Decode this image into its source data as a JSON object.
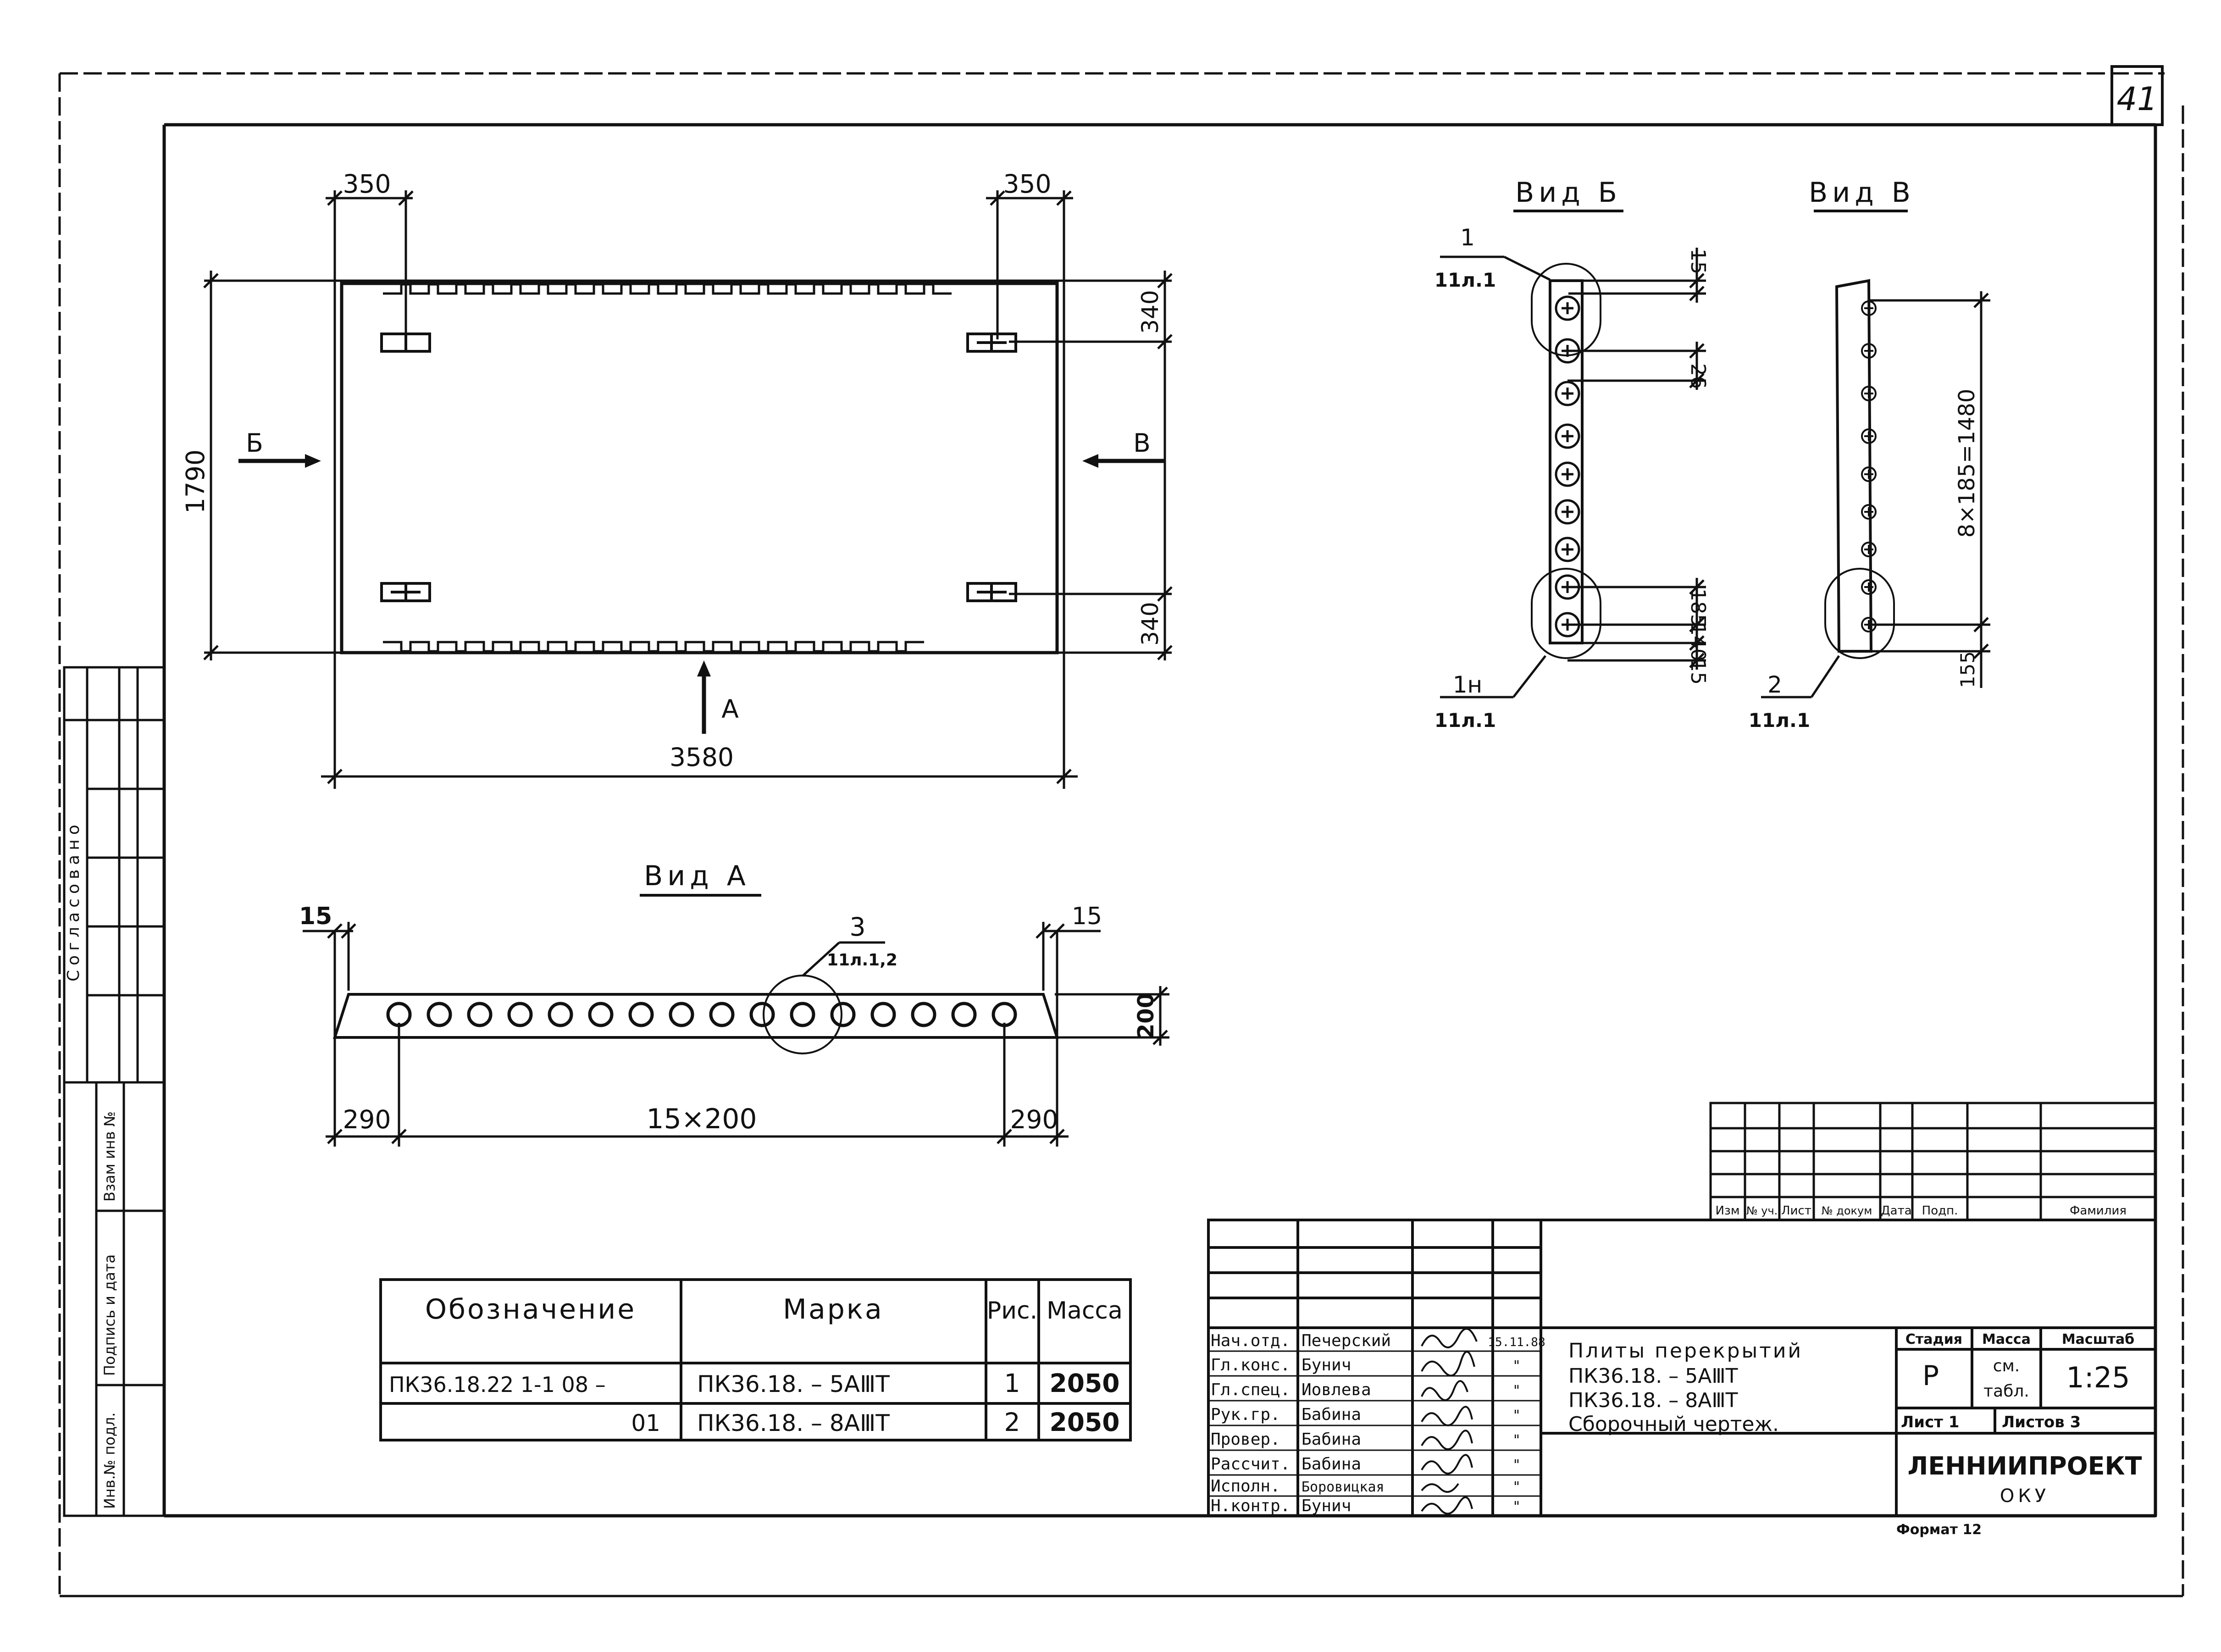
{
  "sheet_number": "41",
  "colors": {
    "ink": "#111111",
    "paper": "#ffffff"
  },
  "plan": {
    "dim_top_left": "350",
    "dim_top_right": "350",
    "dim_height": "1790",
    "dim_right_top": "340",
    "dim_right_bottom": "340",
    "dim_width": "3580",
    "arrow_b": "Б",
    "arrow_v": "В",
    "arrow_a": "А"
  },
  "view_b": {
    "title": "Вид Б",
    "callout_top_num": "1",
    "callout_top_ref": "11л.1",
    "callout_bottom_num": "1н",
    "callout_bottom_ref": "11л.1",
    "dim_15": "15",
    "dim_26": "26",
    "dim_185": "185",
    "dim_140": "140",
    "dim_15b": "15"
  },
  "view_v": {
    "title": "Вид В",
    "callout_num": "2",
    "callout_ref": "11л.1",
    "dim_long": "8×185=1480",
    "dim_short": "155"
  },
  "view_a": {
    "title": "Вид А",
    "dim_left_15": "15",
    "dim_right_15": "15",
    "dim_200": "200",
    "dim_290_left": "290",
    "dim_main": "15×200",
    "dim_290_right": "290",
    "callout_num": "3",
    "callout_ref": "11л.1,2"
  },
  "spec_table": {
    "headers": [
      "Обозначение",
      "Марка",
      "Рис.",
      "Масса"
    ],
    "rows": [
      {
        "designation": "ПК36.18.22  1-1  08     –",
        "mark": "ПК36.18.  –   5АⅢТ",
        "fig": "1",
        "mass": "2050"
      },
      {
        "designation": "01",
        "mark": "ПК36.18.  –   8АⅢТ",
        "fig": "2",
        "mass": "2050"
      }
    ]
  },
  "left_strip": {
    "agreed": "Согласовано",
    "inv_replace": "Взам инв №",
    "sign_date": "Подпись и дата",
    "inv_orig": "Инв.№ подл."
  },
  "rev_table": {
    "headers": [
      "Изм",
      "№ уч.",
      "Лист",
      "№ докум",
      "Дата",
      "Подп.",
      "Фамилия"
    ]
  },
  "title_block": {
    "staff": [
      {
        "role": "Нач.отд.",
        "name": "Печерский",
        "date": "15.11.88"
      },
      {
        "role": "Гл.конс.",
        "name": "Бунич",
        "date": "\""
      },
      {
        "role": "Гл.спец.",
        "name": "Иовлева",
        "date": "\""
      },
      {
        "role": "Рук.гр.",
        "name": "Бабина",
        "date": "\""
      },
      {
        "role": "Провер.",
        "name": "Бабина",
        "date": "\""
      },
      {
        "role": "Рассчит.",
        "name": "Бабина",
        "date": "\""
      },
      {
        "role": "Исполн.",
        "name": "Боровицкая",
        "date": "\""
      },
      {
        "role": "Н.контр.",
        "name": "Бунич",
        "date": "\""
      }
    ],
    "doc_title_1": "Плиты перекрытий",
    "doc_title_2": "ПК36.18.  –  5АⅢТ",
    "doc_title_3": "ПК36.18.  –  8АⅢТ",
    "doc_title_4": "Сборочный чертеж.",
    "stage_label": "Стадия",
    "mass_label": "Масса",
    "scale_label": "Масштаб",
    "stage_value": "Р",
    "mass_value_1": "см.",
    "mass_value_2": "табл.",
    "scale_value": "1:25",
    "sheet_label": "Лист 1",
    "sheets_label": "Листов 3",
    "org_1": "ЛЕННИИПРОЕКТ",
    "org_2": "ОКУ",
    "format": "Формат 12"
  }
}
